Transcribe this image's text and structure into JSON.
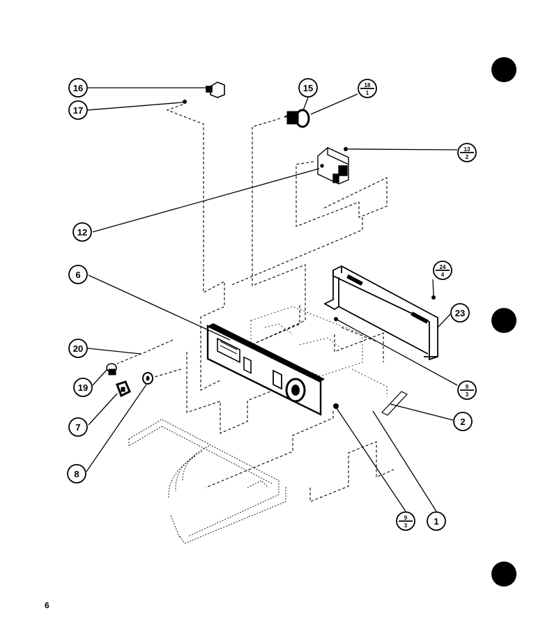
{
  "page_number": "6",
  "callouts": [
    {
      "id": "c16",
      "label": "16"
    },
    {
      "id": "c17",
      "label": "17"
    },
    {
      "id": "c15",
      "label": "15"
    },
    {
      "id": "c18",
      "num": "18",
      "den": "1"
    },
    {
      "id": "c13",
      "num": "13",
      "den": "2"
    },
    {
      "id": "c12",
      "label": "12"
    },
    {
      "id": "c6",
      "label": "6"
    },
    {
      "id": "c24",
      "num": "24",
      "den": "4"
    },
    {
      "id": "c23",
      "label": "23"
    },
    {
      "id": "c20",
      "label": "20"
    },
    {
      "id": "c19",
      "label": "19"
    },
    {
      "id": "c7",
      "label": "7"
    },
    {
      "id": "c8",
      "label": "8"
    },
    {
      "id": "c9a",
      "num": "9",
      "den": "3"
    },
    {
      "id": "c2",
      "label": "2"
    },
    {
      "id": "c9b",
      "num": "9",
      "den": "3"
    },
    {
      "id": "c1",
      "label": "1"
    }
  ],
  "colors": {
    "ink": "#000000",
    "paper": "#ffffff"
  }
}
